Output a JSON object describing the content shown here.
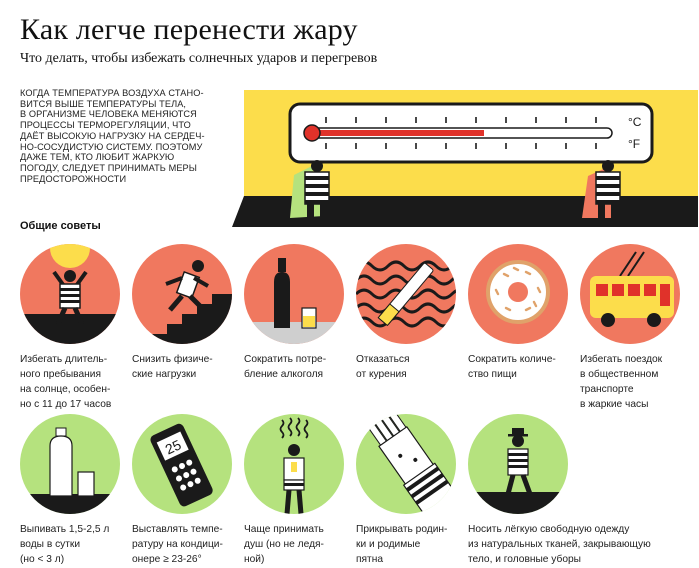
{
  "header": {
    "title": "Как легче перенести жару",
    "subtitle": "Что делать, чтобы избежать солнечных ударов и перегревов"
  },
  "intro_text": "КОГДА ТЕМПЕРАТУРА ВОЗДУХА СТАНО-\nВИТСЯ ВЫШЕ ТЕМПЕРАТУРЫ ТЕЛА,\nВ ОРГАНИЗМЕ ЧЕЛОВЕКА МЕНЯЮТСЯ\nПРОЦЕССЫ ТЕРМОРЕГУЛЯЦИИ, ЧТО\nДАЁТ ВЫСОКУЮ НАГРУЗКУ НА СЕРДЕЧ-\nНО-СОСУДИСТУЮ СИСТЕМУ. ПОЭТОМУ\nДАЖЕ ТЕМ, КТО ЛЮБИТ ЖАРКУЮ\nПОГОДУ, СЛЕДУЕТ ПРИНИМАТЬ МЕРЫ\nПРЕДОСТОРОЖНОСТИ",
  "thermometer": {
    "unit_c": "°C",
    "unit_f": "°F"
  },
  "section_title": "Общие советы",
  "colors": {
    "salmon": "#F0785F",
    "green": "#B5E27E",
    "yellow": "#FCDD4B",
    "dark": "#1a1a1a",
    "gray": "#cfcfcf",
    "red": "#E0322A"
  },
  "tips": [
    {
      "icon": "sun-beach-person-icon",
      "caption": "Избегать длитель-\nного пребывания\nна солнце, особен-\nно с 11 до 17 часов"
    },
    {
      "icon": "running-stairs-icon",
      "caption": "Снизить физиче-\nские нагрузки"
    },
    {
      "icon": "bottle-glass-icon",
      "caption": "Сократить потре-\nбление алкоголя"
    },
    {
      "icon": "cigarette-icon",
      "caption": "Отказаться\nот курения"
    },
    {
      "icon": "donut-icon",
      "caption": "Сократить количе-\nство пищи"
    },
    {
      "icon": "trolleybus-icon",
      "caption": "Избегать поездок\nв общественном\nтранспорте\nв жаркие часы"
    },
    {
      "icon": "water-bottle-icon",
      "caption": "Выпивать 1,5-2,5 л\nводы в сутки\n(но < 3 л)"
    },
    {
      "icon": "remote-control-icon",
      "remote_display": "25",
      "caption": "Выставлять темпе-\nратуру на кондици-\nонере ≥ 23-26°"
    },
    {
      "icon": "shower-person-icon",
      "caption": "Чаще принимать\nдуш (но не ледя-\nной)"
    },
    {
      "icon": "covered-arm-icon",
      "caption": "Прикрывать родин-\nки и родимые\nпятна"
    },
    {
      "icon": "hat-person-icon",
      "caption": "Носить лёгкую свободную одежду\nиз натуральных тканей, закрывающую\nтело, и головные уборы"
    }
  ]
}
